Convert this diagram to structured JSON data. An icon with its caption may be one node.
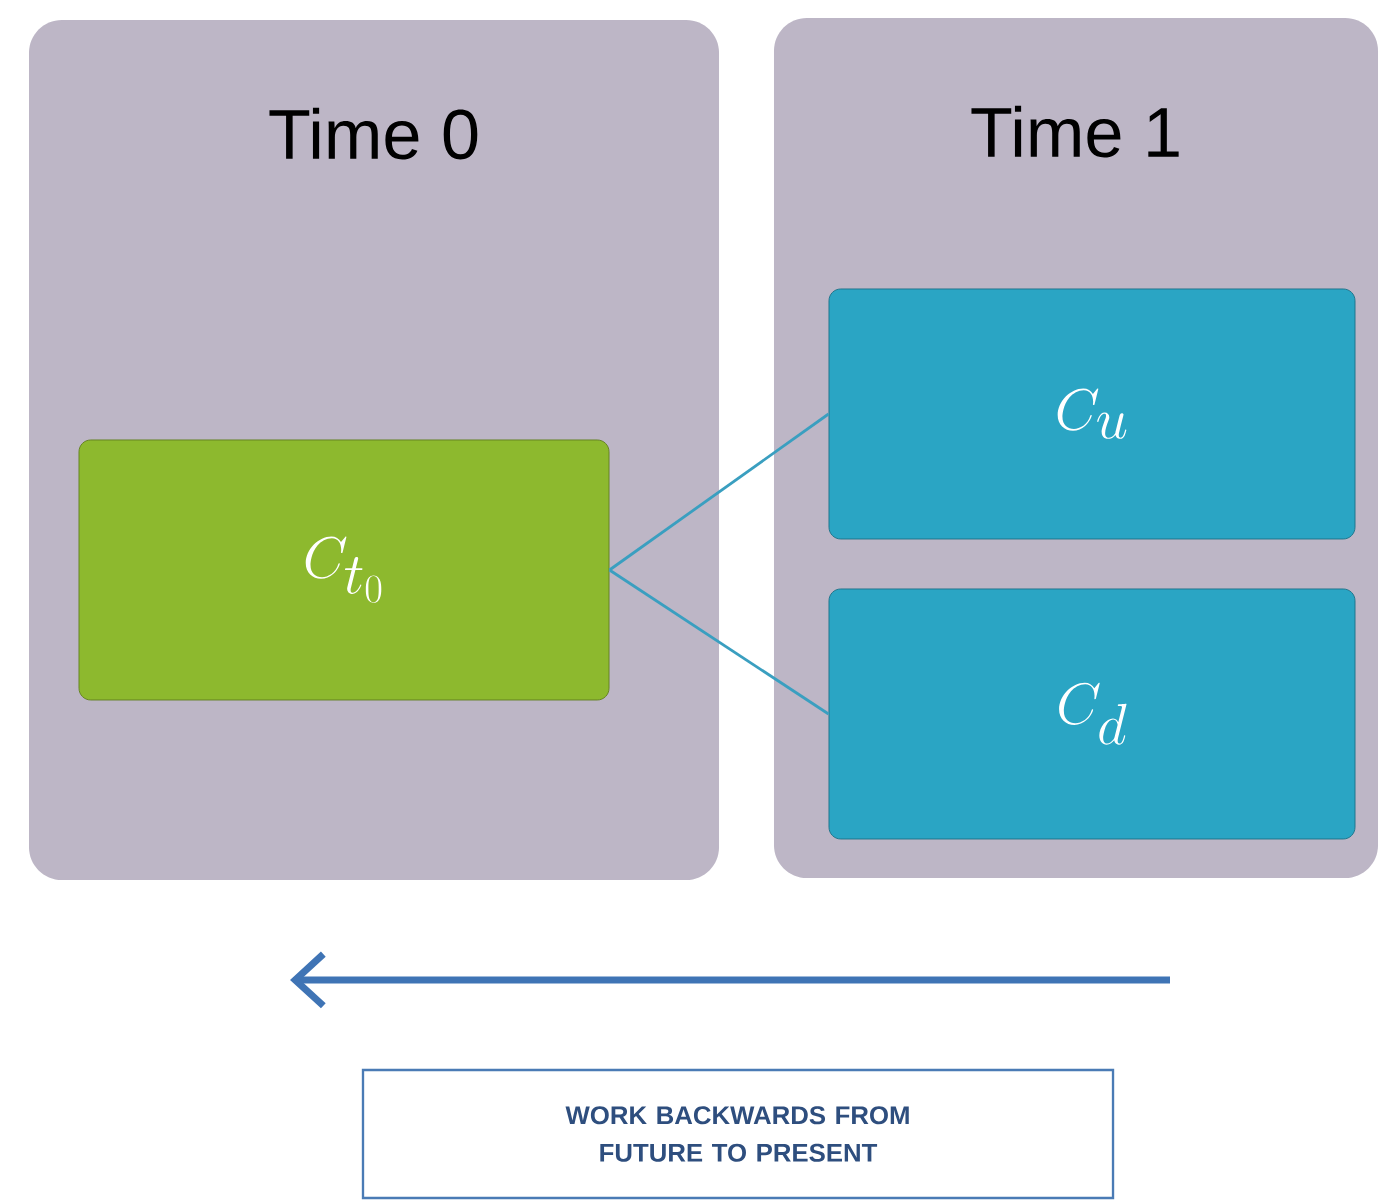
{
  "diagram": {
    "nodes": [
      {
        "text": [
          "Time 0"
        ]
      },
      {
        "text": [
          "C_{t_0}"
        ],
        "in": 0
      },
      {
        "text": [
          "Time 1"
        ]
      },
      {
        "text": [
          "C_u"
        ],
        "in": 2
      },
      {
        "text": [
          "C_d"
        ],
        "in": 2
      },
      {
        "text": [
          "WORK BACKWARDS FROM FUTURE TO PRESENT"
        ]
      }
    ],
    "edges": [
      {
        "from": 1,
        "to": 3,
        "arrow": "none"
      },
      {
        "from": 1,
        "to": 4,
        "arrow": "none"
      }
    ]
  }
}
